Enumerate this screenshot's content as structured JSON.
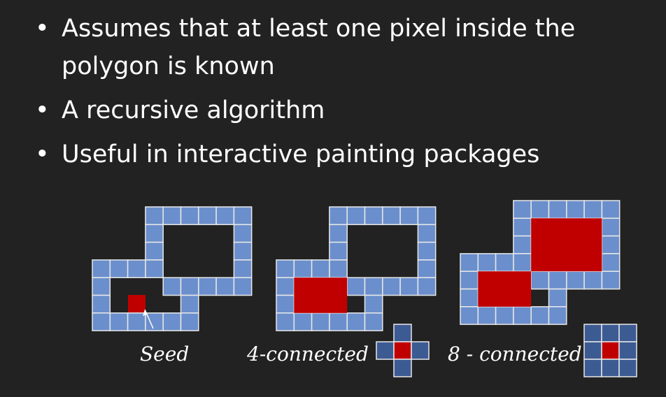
{
  "bullets": [
    "Assumes that at least one pixel inside the polygon is known",
    "A recursive algorithm",
    "Useful in interactive painting packages"
  ],
  "bullet_symbol": "•",
  "captions": {
    "seed": "Seed",
    "four_connected": "4-connected",
    "eight_connected": "8 - connected"
  },
  "colors": {
    "background": "#222222",
    "boundary_pixel": "#6b8fcc",
    "fill_pixel": "#c00000",
    "neighbor_pixel": "#3d5b93",
    "grid_line": "#e8e8e8"
  }
}
